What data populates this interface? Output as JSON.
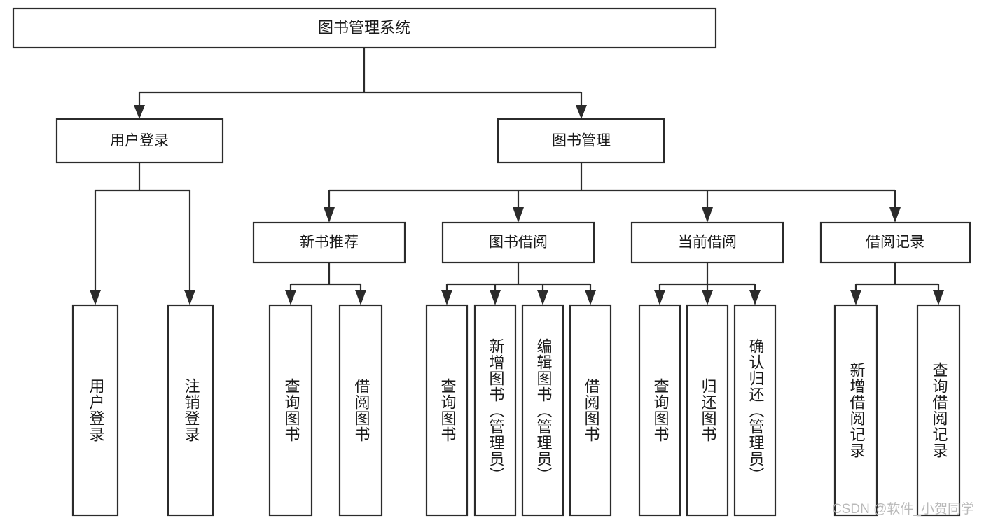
{
  "diagram": {
    "type": "tree-hierarchy-chart",
    "title": "图书管理系统",
    "root": {
      "label": "图书管理系统",
      "level": 0
    },
    "level1": [
      {
        "label": "用户登录"
      },
      {
        "label": "图书管理"
      }
    ],
    "level2": [
      {
        "label": "新书推荐",
        "parent": "图书管理"
      },
      {
        "label": "图书借阅",
        "parent": "图书管理"
      },
      {
        "label": "当前借阅",
        "parent": "图书管理"
      },
      {
        "label": "借阅记录",
        "parent": "图书管理"
      }
    ],
    "leaves": {
      "user_login": [
        {
          "label": "用户登录"
        },
        {
          "label": "注销登录"
        }
      ],
      "new_book_recommend": [
        {
          "label": "查询图书"
        },
        {
          "label": "借阅图书"
        }
      ],
      "book_borrow": [
        {
          "label": "查询图书"
        },
        {
          "label": "新增图书（管理员）"
        },
        {
          "label": "编辑图书（管理员）"
        },
        {
          "label": "借阅图书"
        }
      ],
      "current_borrow": [
        {
          "label": "查询图书"
        },
        {
          "label": "归还图书"
        },
        {
          "label": "确认归还（管理员）"
        }
      ],
      "borrow_record": [
        {
          "label": "新增借阅记录"
        },
        {
          "label": "查询借阅记录"
        }
      ]
    }
  },
  "watermark": {
    "text": "CSDN @软件_小贺同学"
  },
  "colors": {
    "box_stroke": "#2b2b2b",
    "box_fill": "#ffffff",
    "text": "#1a1a1a",
    "connector": "#2b2b2b",
    "watermark": "#b9b9b9",
    "background": "#ffffff"
  }
}
